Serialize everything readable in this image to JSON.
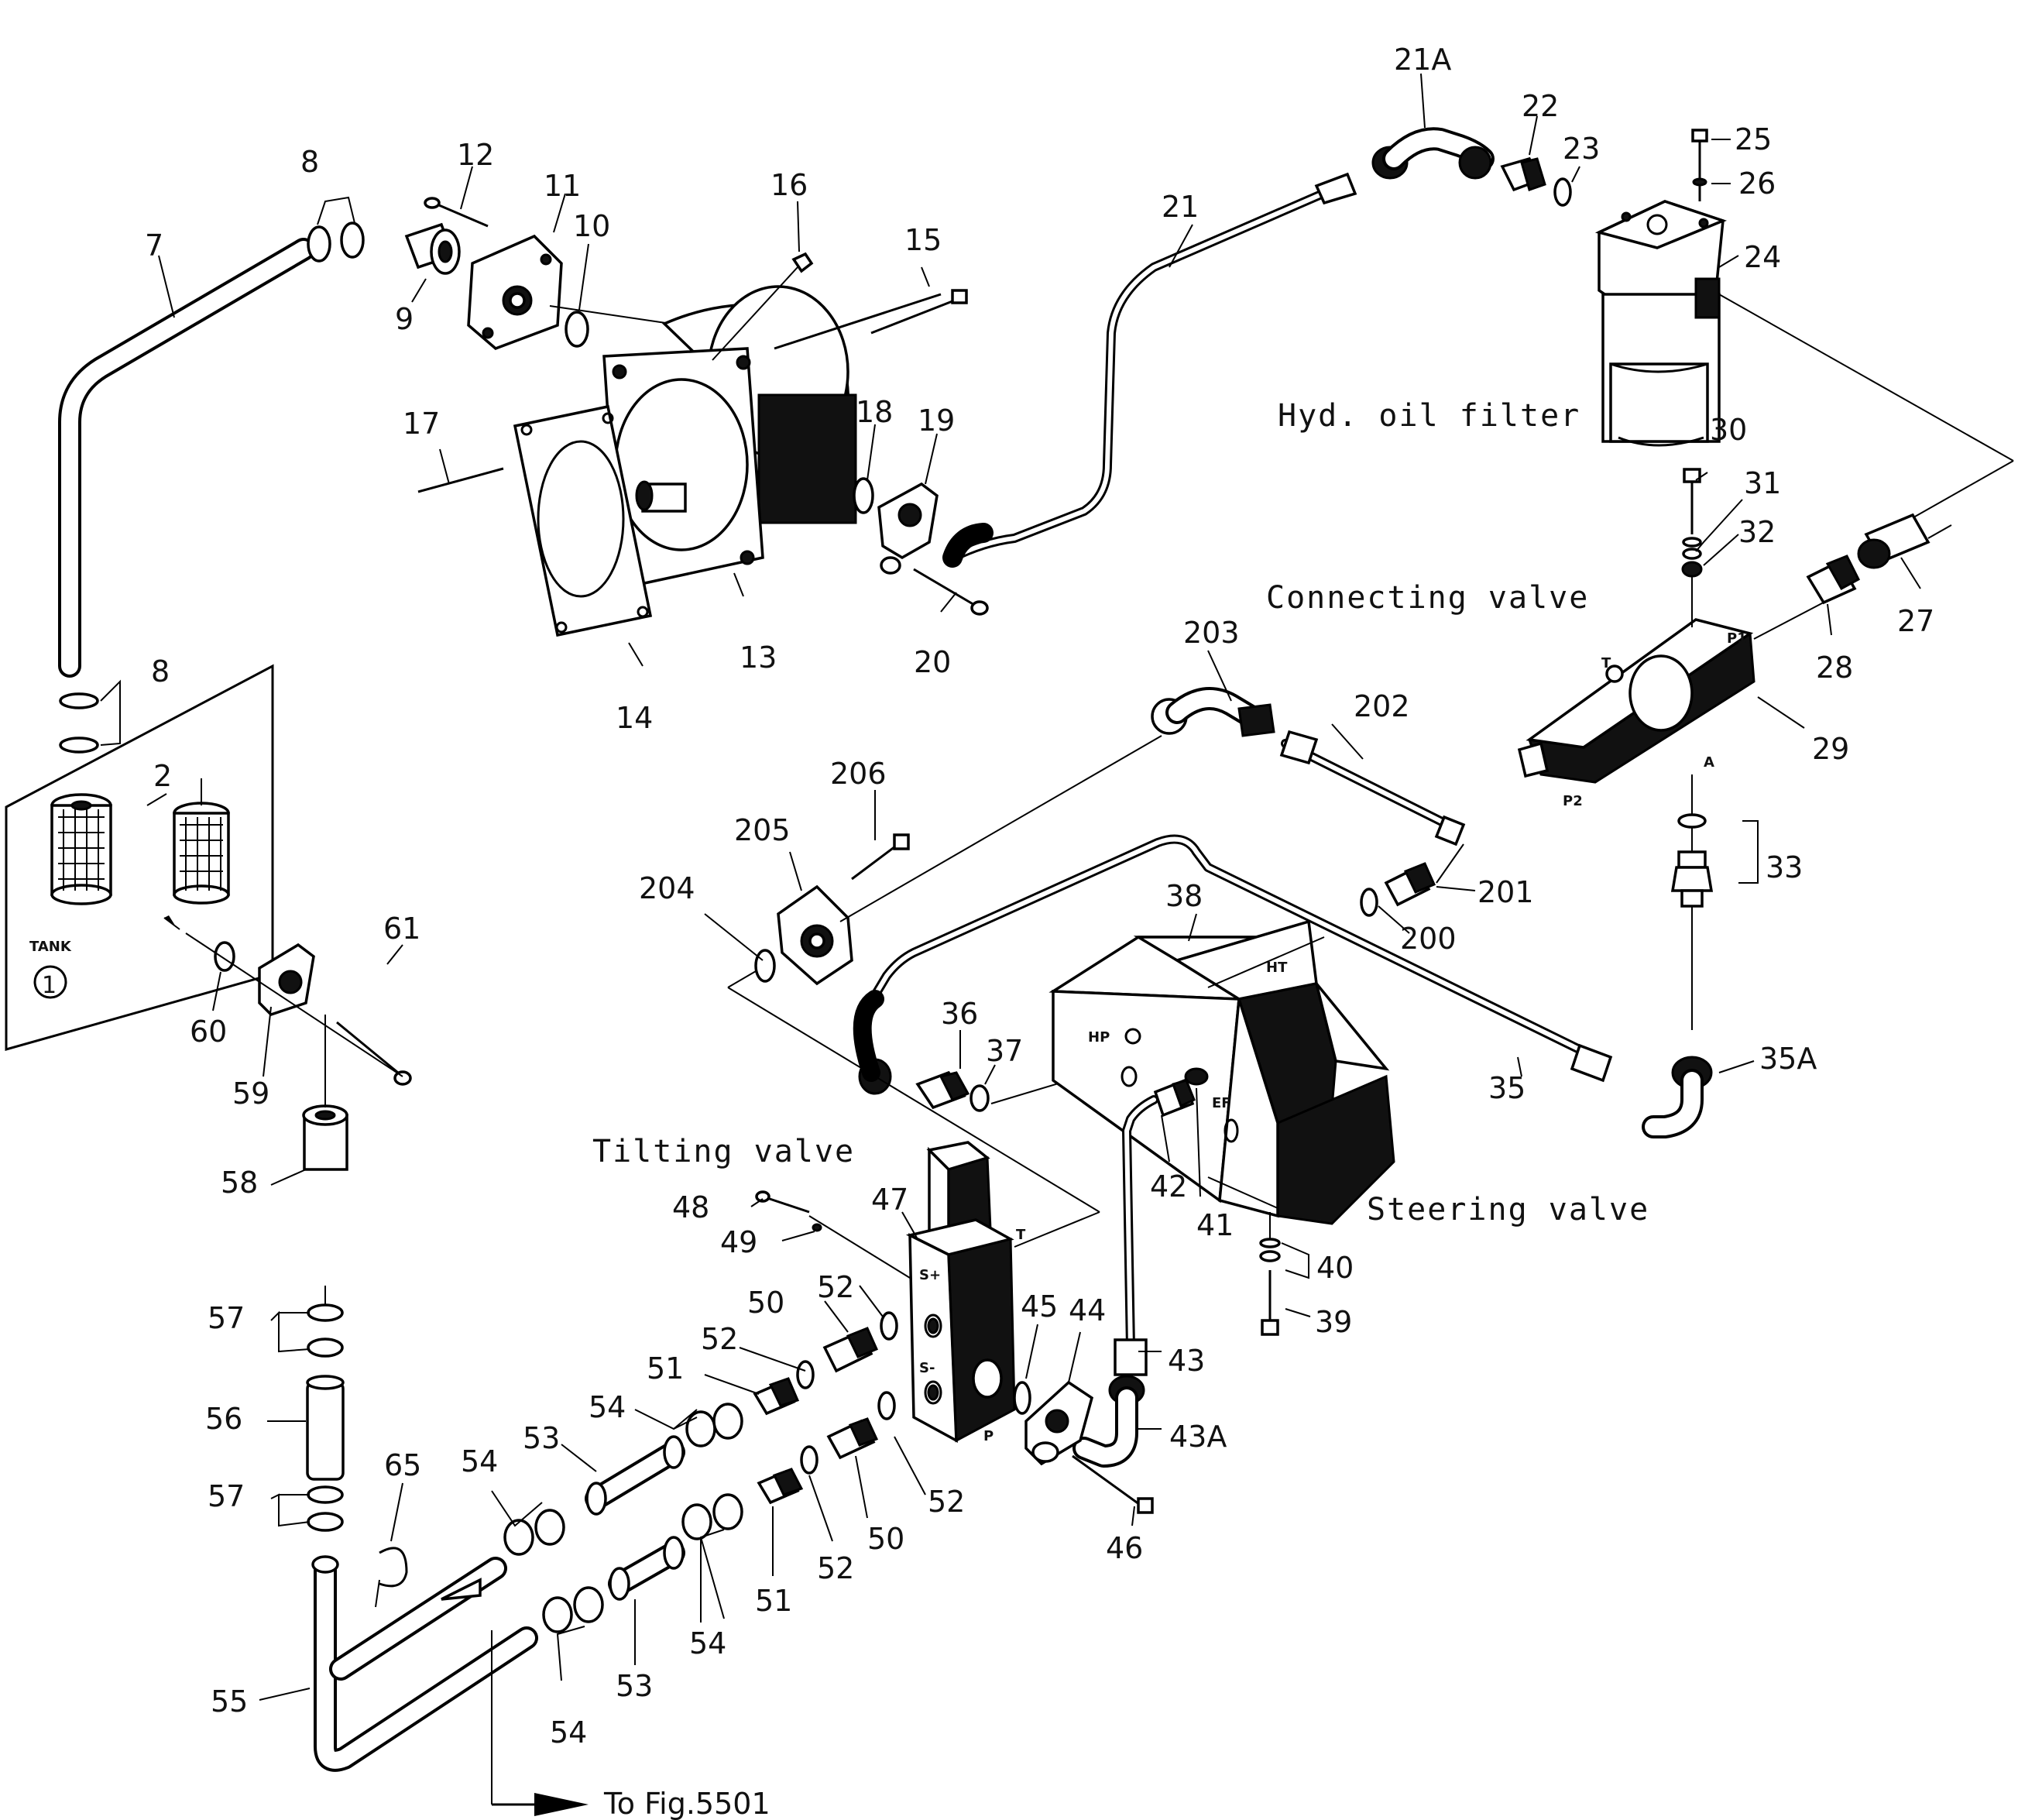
{
  "captions": {
    "hyd_oil_filter": "Hyd. oil filter",
    "connecting_valve": "Connecting valve",
    "tilting_valve": "Tilting valve",
    "steering_valve": "Steering valve",
    "tank": "TANK",
    "tank_no": "1",
    "to_fig": "To Fig.5501"
  },
  "port_markings": {
    "t_connect": "T",
    "p1": "P1",
    "p2": "P2",
    "a": "A",
    "ht": "HT",
    "hp": "HP",
    "ef": "EF",
    "t_tilt": "T",
    "s_plus": "S+",
    "s_minus": "S-",
    "p_tilt": "P"
  },
  "labels": {
    "p2": "2",
    "p7": "7",
    "p8a": "8",
    "p8b": "8",
    "p9": "9",
    "p10": "10",
    "p11": "11",
    "p12": "12",
    "p13": "13",
    "p14": "14",
    "p15": "15",
    "p16": "16",
    "p17": "17",
    "p18": "18",
    "p19": "19",
    "p20": "20",
    "p21": "21",
    "p21a": "21A",
    "p22": "22",
    "p23": "23",
    "p24": "24",
    "p25": "25",
    "p26": "26",
    "p27": "27",
    "p28": "28",
    "p29": "29",
    "p30": "30",
    "p31": "31",
    "p32": "32",
    "p33": "33",
    "p35": "35",
    "p35a": "35A",
    "p36": "36",
    "p37": "37",
    "p38": "38",
    "p39": "39",
    "p40": "40",
    "p41": "41",
    "p42": "42",
    "p43": "43",
    "p43a": "43A",
    "p44": "44",
    "p45": "45",
    "p46": "46",
    "p47": "47",
    "p48": "48",
    "p49": "49",
    "p50a": "50",
    "p50b": "50",
    "p51a": "51",
    "p51b": "51",
    "p52a": "52",
    "p52b": "52",
    "p52c": "52",
    "p52d": "52",
    "p53a": "53",
    "p53b": "53",
    "p54a": "54",
    "p54b": "54",
    "p54c": "54",
    "p54d": "54",
    "p55": "55",
    "p56": "56",
    "p57a": "57",
    "p57b": "57",
    "p58": "58",
    "p59": "59",
    "p60": "60",
    "p61": "61",
    "p65": "65",
    "p200": "200",
    "p201": "201",
    "p202": "202",
    "p203": "203",
    "p204": "204",
    "p205": "205",
    "p206": "206"
  }
}
